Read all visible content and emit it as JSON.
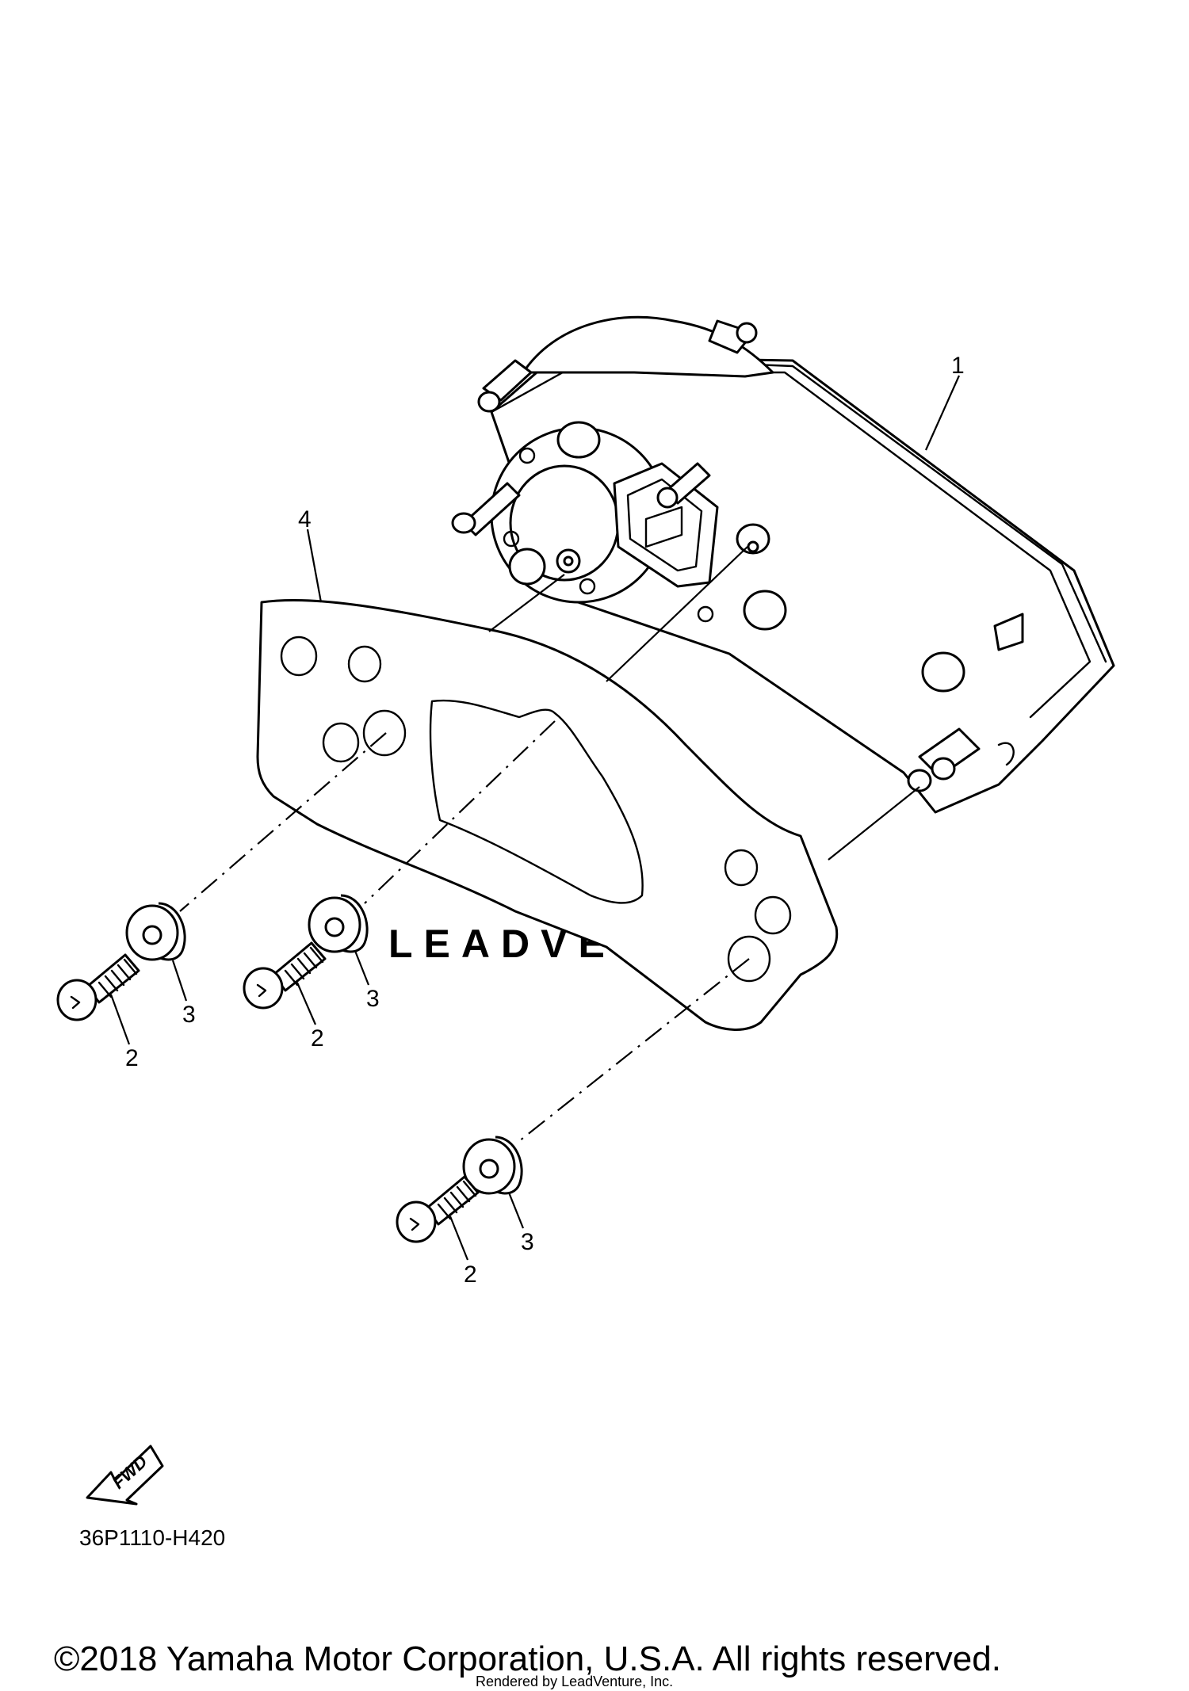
{
  "callouts": {
    "meter_assembly": "1",
    "screw_a": "2",
    "screw_b": "2",
    "screw_c": "2",
    "washer_a": "3",
    "washer_b": "3",
    "washer_c": "3",
    "bracket": "4"
  },
  "fwd_label": "FWD",
  "diagram_code": "36P1110-H420",
  "watermark_text": "LEADVENTURE",
  "copyright": "©2018 Yamaha Motor Corporation, U.S.A. All rights reserved.",
  "rendered_by": "Rendered by LeadVenture, Inc."
}
